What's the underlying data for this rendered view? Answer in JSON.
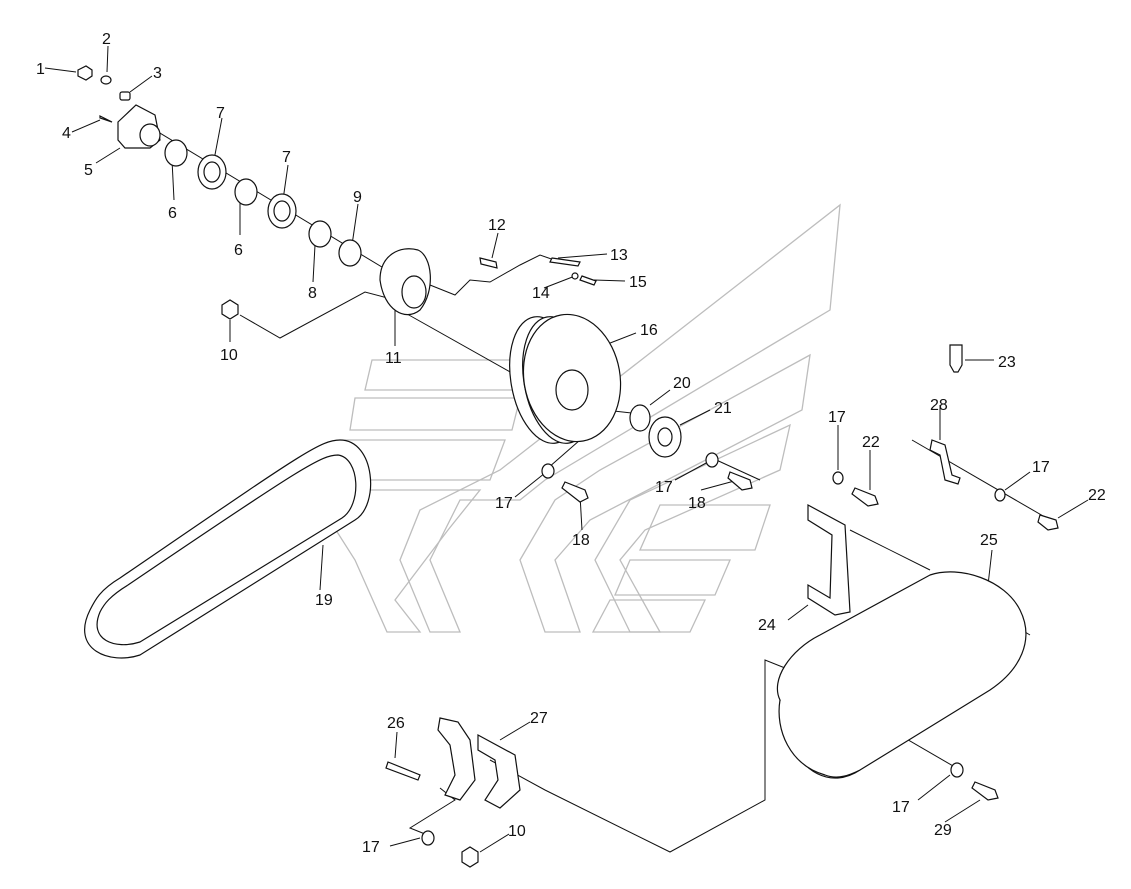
{
  "callouts": [
    {
      "id": "c1",
      "text": "1"
    },
    {
      "id": "c2",
      "text": "2"
    },
    {
      "id": "c3",
      "text": "3"
    },
    {
      "id": "c4",
      "text": "4"
    },
    {
      "id": "c5",
      "text": "5"
    },
    {
      "id": "c6a",
      "text": "6"
    },
    {
      "id": "c6b",
      "text": "6"
    },
    {
      "id": "c7a",
      "text": "7"
    },
    {
      "id": "c7b",
      "text": "7"
    },
    {
      "id": "c8",
      "text": "8"
    },
    {
      "id": "c9",
      "text": "9"
    },
    {
      "id": "c10a",
      "text": "10"
    },
    {
      "id": "c10b",
      "text": "10"
    },
    {
      "id": "c11",
      "text": "11"
    },
    {
      "id": "c12",
      "text": "12"
    },
    {
      "id": "c13",
      "text": "13"
    },
    {
      "id": "c14",
      "text": "14"
    },
    {
      "id": "c15",
      "text": "15"
    },
    {
      "id": "c16",
      "text": "16"
    },
    {
      "id": "c17a",
      "text": "17"
    },
    {
      "id": "c17b",
      "text": "17"
    },
    {
      "id": "c17c",
      "text": "17"
    },
    {
      "id": "c17d",
      "text": "17"
    },
    {
      "id": "c17e",
      "text": "17"
    },
    {
      "id": "c17f",
      "text": "17"
    },
    {
      "id": "c18a",
      "text": "18"
    },
    {
      "id": "c18b",
      "text": "18"
    },
    {
      "id": "c19",
      "text": "19"
    },
    {
      "id": "c20",
      "text": "20"
    },
    {
      "id": "c21",
      "text": "21"
    },
    {
      "id": "c22a",
      "text": "22"
    },
    {
      "id": "c22b",
      "text": "22"
    },
    {
      "id": "c23",
      "text": "23"
    },
    {
      "id": "c24",
      "text": "24"
    },
    {
      "id": "c25",
      "text": "25"
    },
    {
      "id": "c26",
      "text": "26"
    },
    {
      "id": "c27",
      "text": "27"
    },
    {
      "id": "c28",
      "text": "28"
    },
    {
      "id": "c29",
      "text": "29"
    }
  ]
}
